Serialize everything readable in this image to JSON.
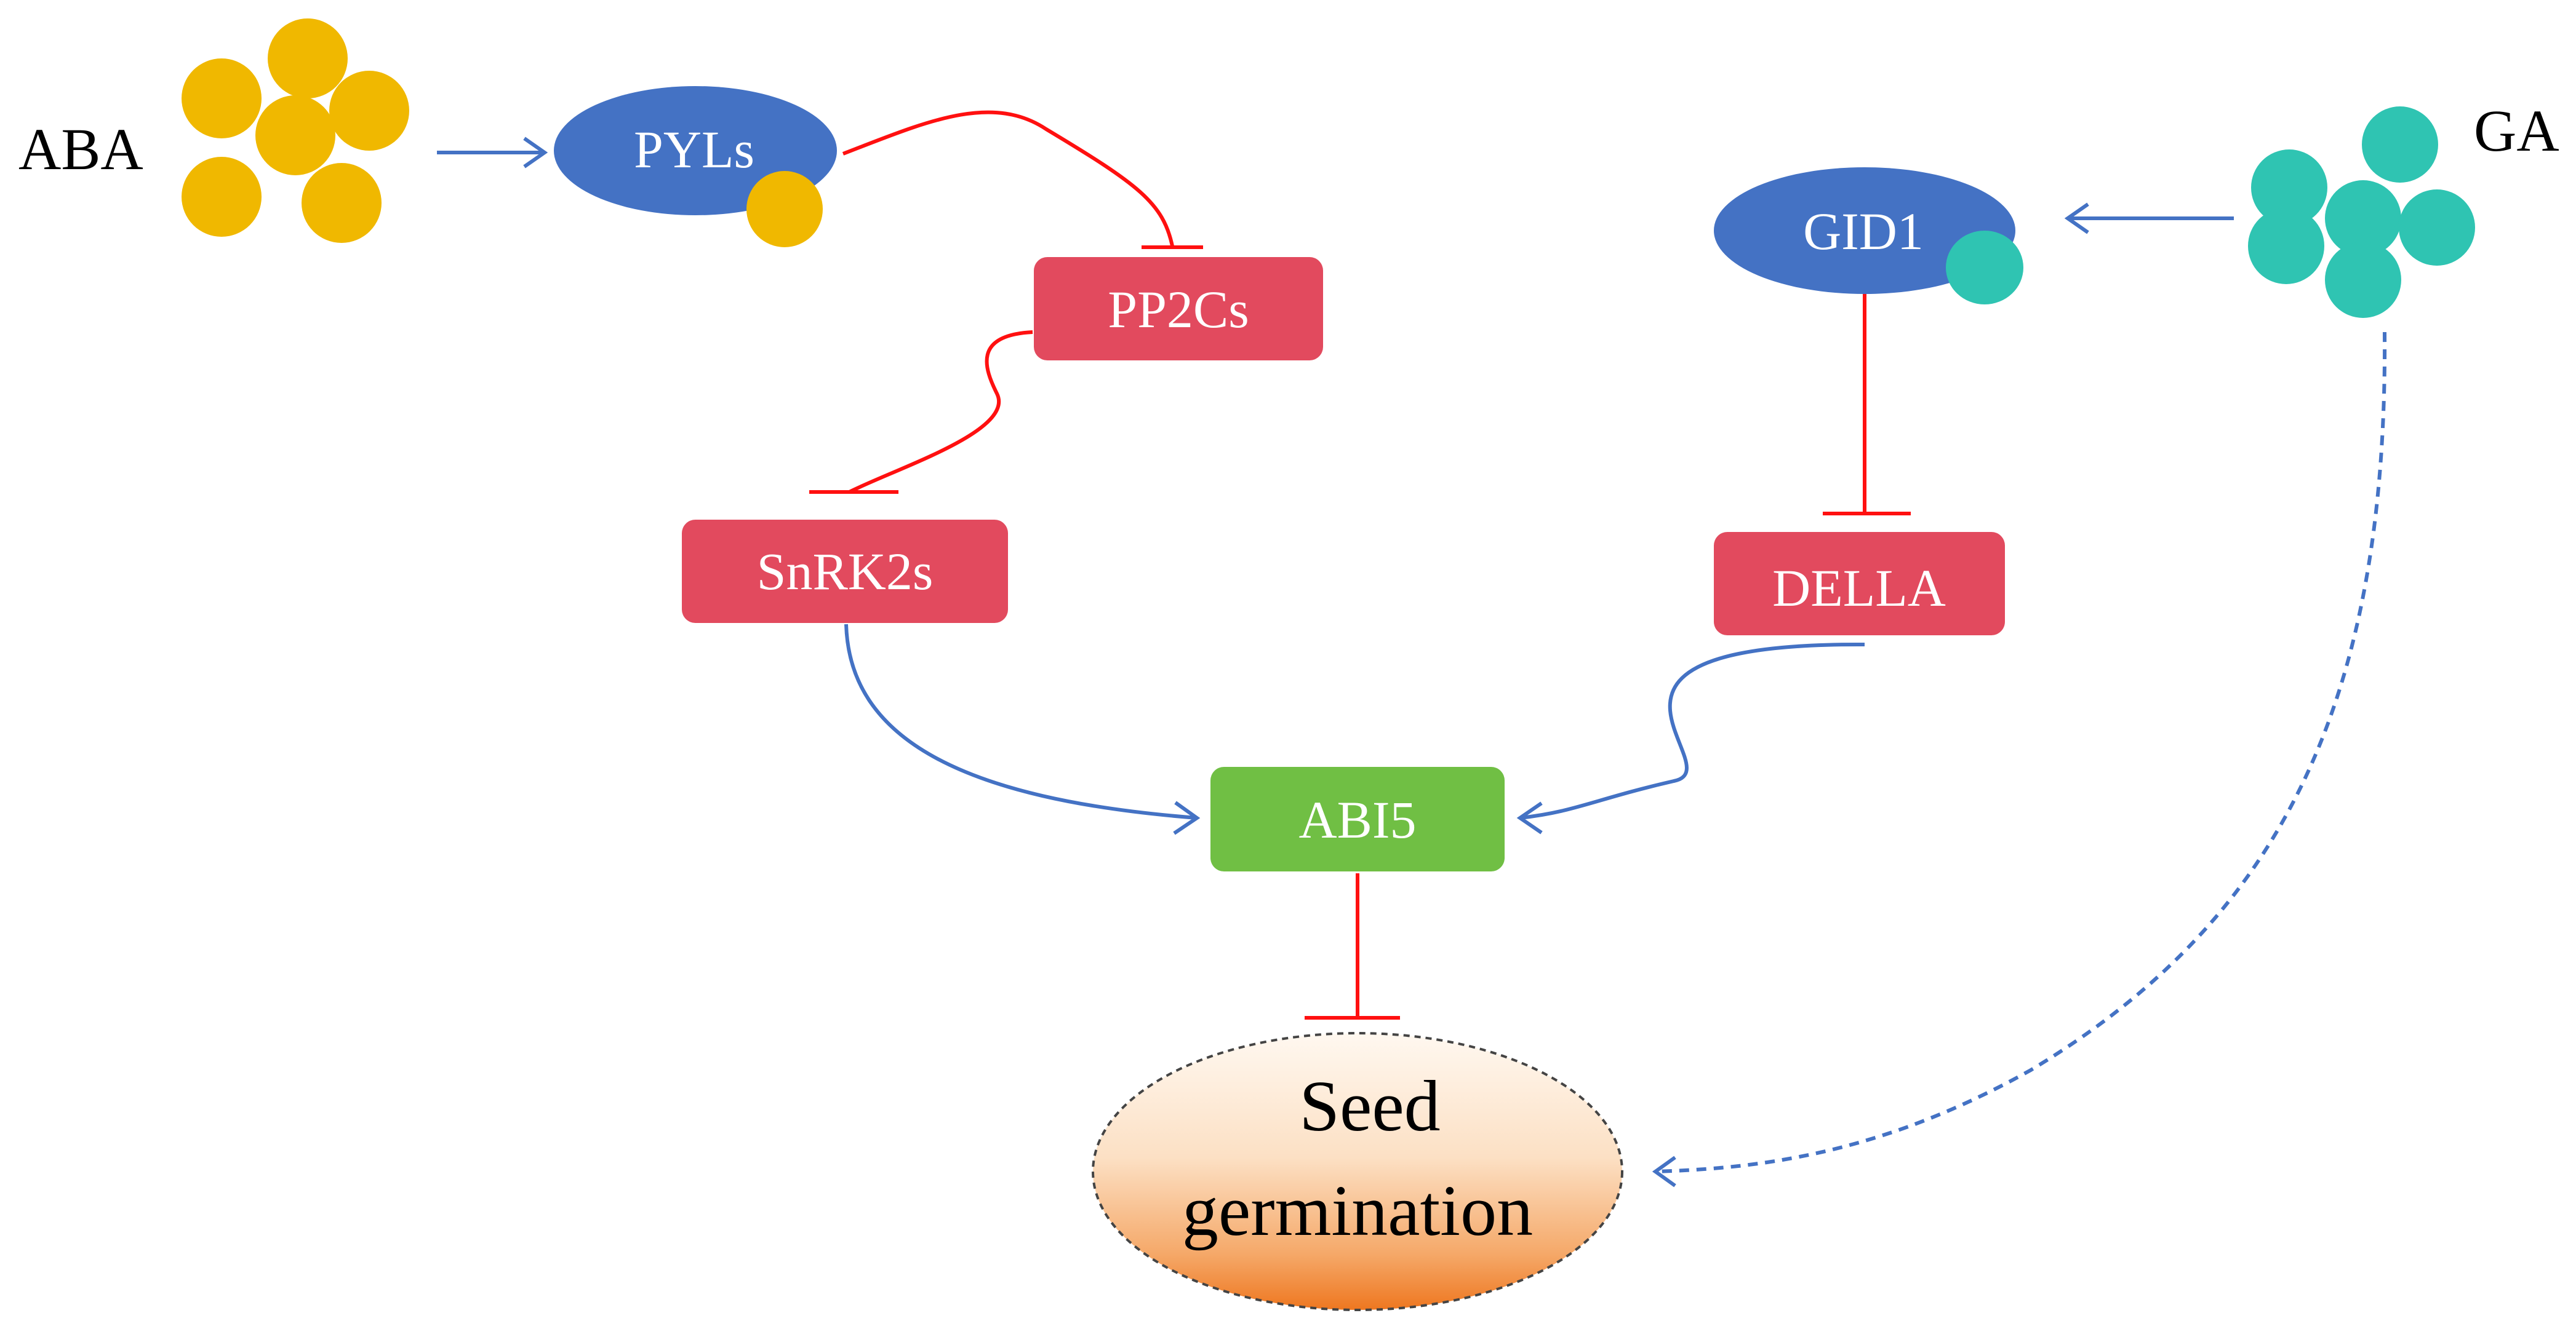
{
  "labels": {
    "aba": "ABA",
    "ga": "GA",
    "pyls": "PYLs",
    "gid1": "GID1",
    "pp2cs": "PP2Cs",
    "snrk2s": "SnRK2s",
    "della": "DELLA",
    "abi5": "ABI5",
    "seed_line1": "Seed",
    "seed_line2": "germination"
  },
  "colors": {
    "aba_molecule": "#F0B800",
    "ga_molecule": "#2FC4B2",
    "receptor": "#4472C4",
    "repressor": "#E24A5E",
    "abi5": "#70BF44",
    "activation": "#4472C4",
    "inhibition": "#FF1010",
    "seed_top": "#FFF4EA",
    "seed_bottom": "#EE7720"
  },
  "edges": [
    {
      "from": "ABA",
      "to": "PYLs",
      "type": "activation"
    },
    {
      "from": "PYLs",
      "to": "PP2Cs",
      "type": "inhibition"
    },
    {
      "from": "PP2Cs",
      "to": "SnRK2s",
      "type": "inhibition"
    },
    {
      "from": "SnRK2s",
      "to": "ABI5",
      "type": "activation"
    },
    {
      "from": "GA",
      "to": "GID1",
      "type": "activation"
    },
    {
      "from": "GID1",
      "to": "DELLA",
      "type": "inhibition"
    },
    {
      "from": "DELLA",
      "to": "ABI5",
      "type": "activation"
    },
    {
      "from": "ABI5",
      "to": "Seed germination",
      "type": "inhibition"
    },
    {
      "from": "GA",
      "to": "Seed germination",
      "type": "activation",
      "style": "dashed"
    }
  ]
}
